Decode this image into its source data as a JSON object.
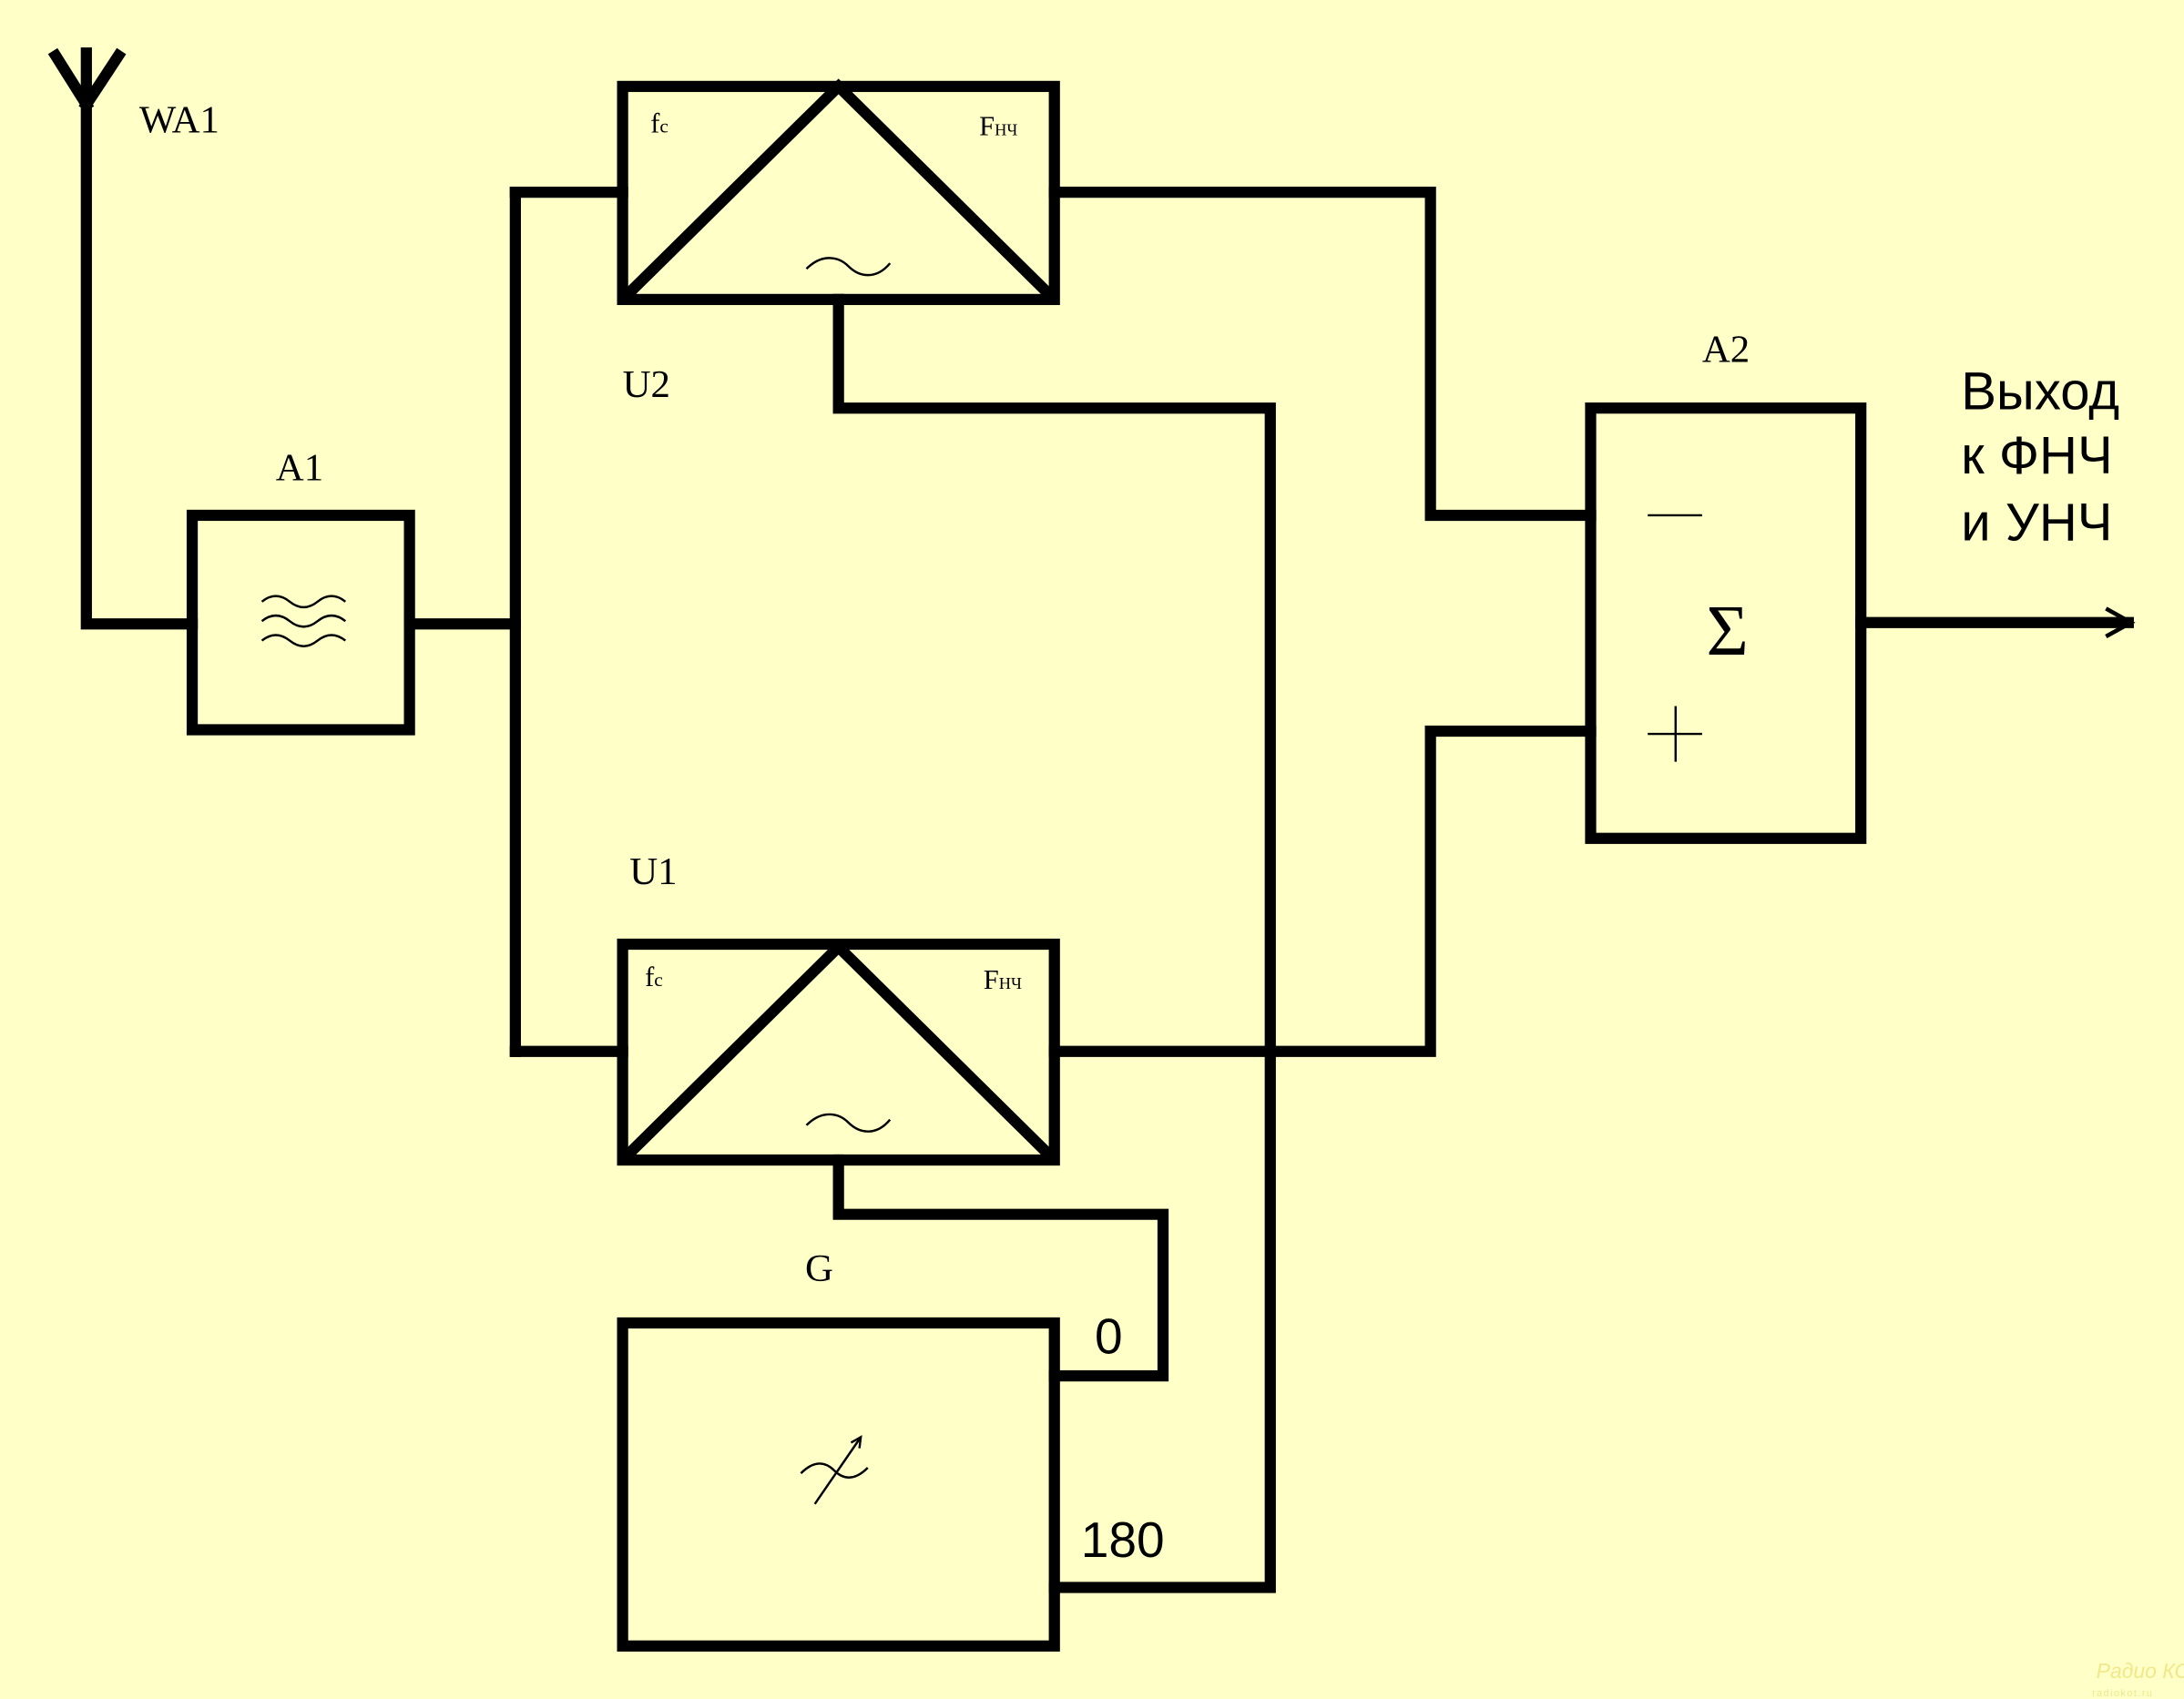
{
  "colors": {
    "background": "#FFFFC8",
    "lines": "#000000",
    "watermark": "#F0E88A"
  },
  "labels": {
    "antenna": "WA1",
    "filter": "A1",
    "mixer_top": "U2",
    "mixer_bottom": "U1",
    "summer": "A2",
    "generator": "G",
    "fc": "f",
    "fc_sub": "c",
    "fnch": "F",
    "fnch_sub": "НЧ",
    "minus": "—",
    "plus": "+",
    "sigma": "Σ",
    "g_out_0": "0",
    "g_out_180": "180"
  },
  "output_text": [
    "Выход",
    "к ФНЧ",
    "и УНЧ"
  ],
  "watermark": {
    "line1": "Радио КОТ",
    "line2": "radiokot.ru"
  }
}
